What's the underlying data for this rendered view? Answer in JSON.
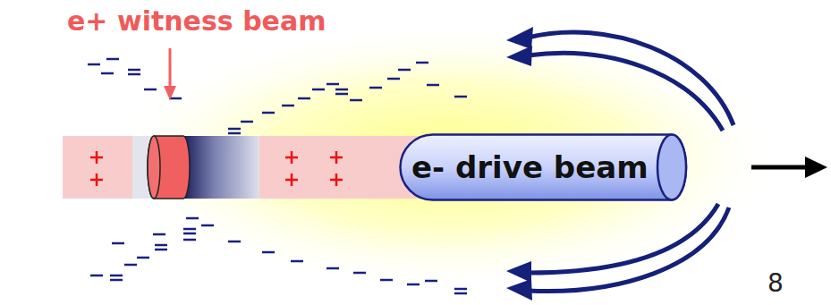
{
  "diagram": {
    "nodes": [
      {
        "text": [
          "e- drive beam"
        ]
      }
    ],
    "labels": [
      "e+ witness beam",
      "8"
    ]
  }
}
